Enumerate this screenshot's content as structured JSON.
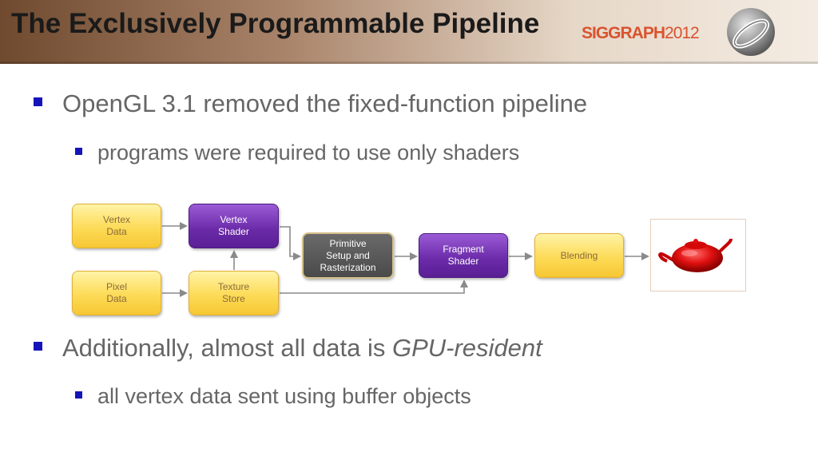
{
  "slide": {
    "title": "The Exclusively Programmable Pipeline",
    "logo": {
      "brand": "SIGGRAPH",
      "year": "2012"
    },
    "bullets": [
      {
        "text": "OpenGL 3.1 removed the fixed-function pipeline"
      },
      {
        "text": "programs were required to use only shaders"
      },
      {
        "text_prefix": "Additionally, almost all data is ",
        "text_emphasis": "GPU-resident"
      },
      {
        "text": "all vertex data sent using buffer objects"
      }
    ],
    "diagram": {
      "vertex_data": [
        "Vertex",
        "Data"
      ],
      "pixel_data": [
        "Pixel",
        "Data"
      ],
      "vertex_shader": [
        "Vertex",
        "Shader"
      ],
      "texture_store": [
        "Texture",
        "Store"
      ],
      "primitive_setup": [
        "Primitive",
        "Setup and",
        "Rasterization"
      ],
      "fragment_shader": [
        "Fragment",
        "Shader"
      ],
      "blending": [
        "Blending"
      ]
    }
  },
  "colors": {
    "bullet_square": "#1414b8",
    "bullet_text": "#666666",
    "logo": "#d9532e",
    "teapot": "#e01010"
  },
  "icons": {
    "globe": "siggraph-globe-icon",
    "teapot": "teapot-icon"
  }
}
